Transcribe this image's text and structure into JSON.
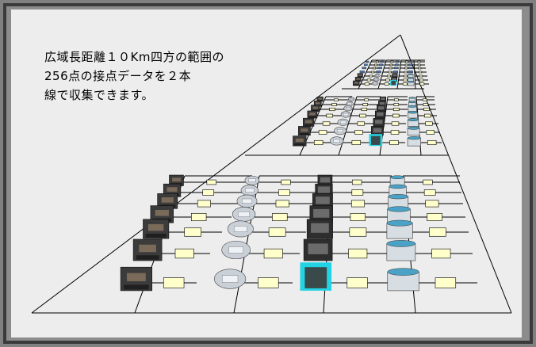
{
  "caption": {
    "line1": "広域長距離１０Km四方の範囲の",
    "line2": "256点の接点データを２本",
    "line3": "線で収集できます。"
  },
  "diagram": {
    "levels": 3,
    "branches_per_level": 4,
    "device_icons": [
      "press-machine-icon",
      "meter-icon",
      "generator-icon",
      "tank-icon",
      "control-panel-icon",
      "sensor-icon"
    ],
    "colors": {
      "panel": "#ededed",
      "line": "#000000",
      "label_box": "#ffffcc",
      "control_panel_highlight": "#22d3e3"
    }
  }
}
